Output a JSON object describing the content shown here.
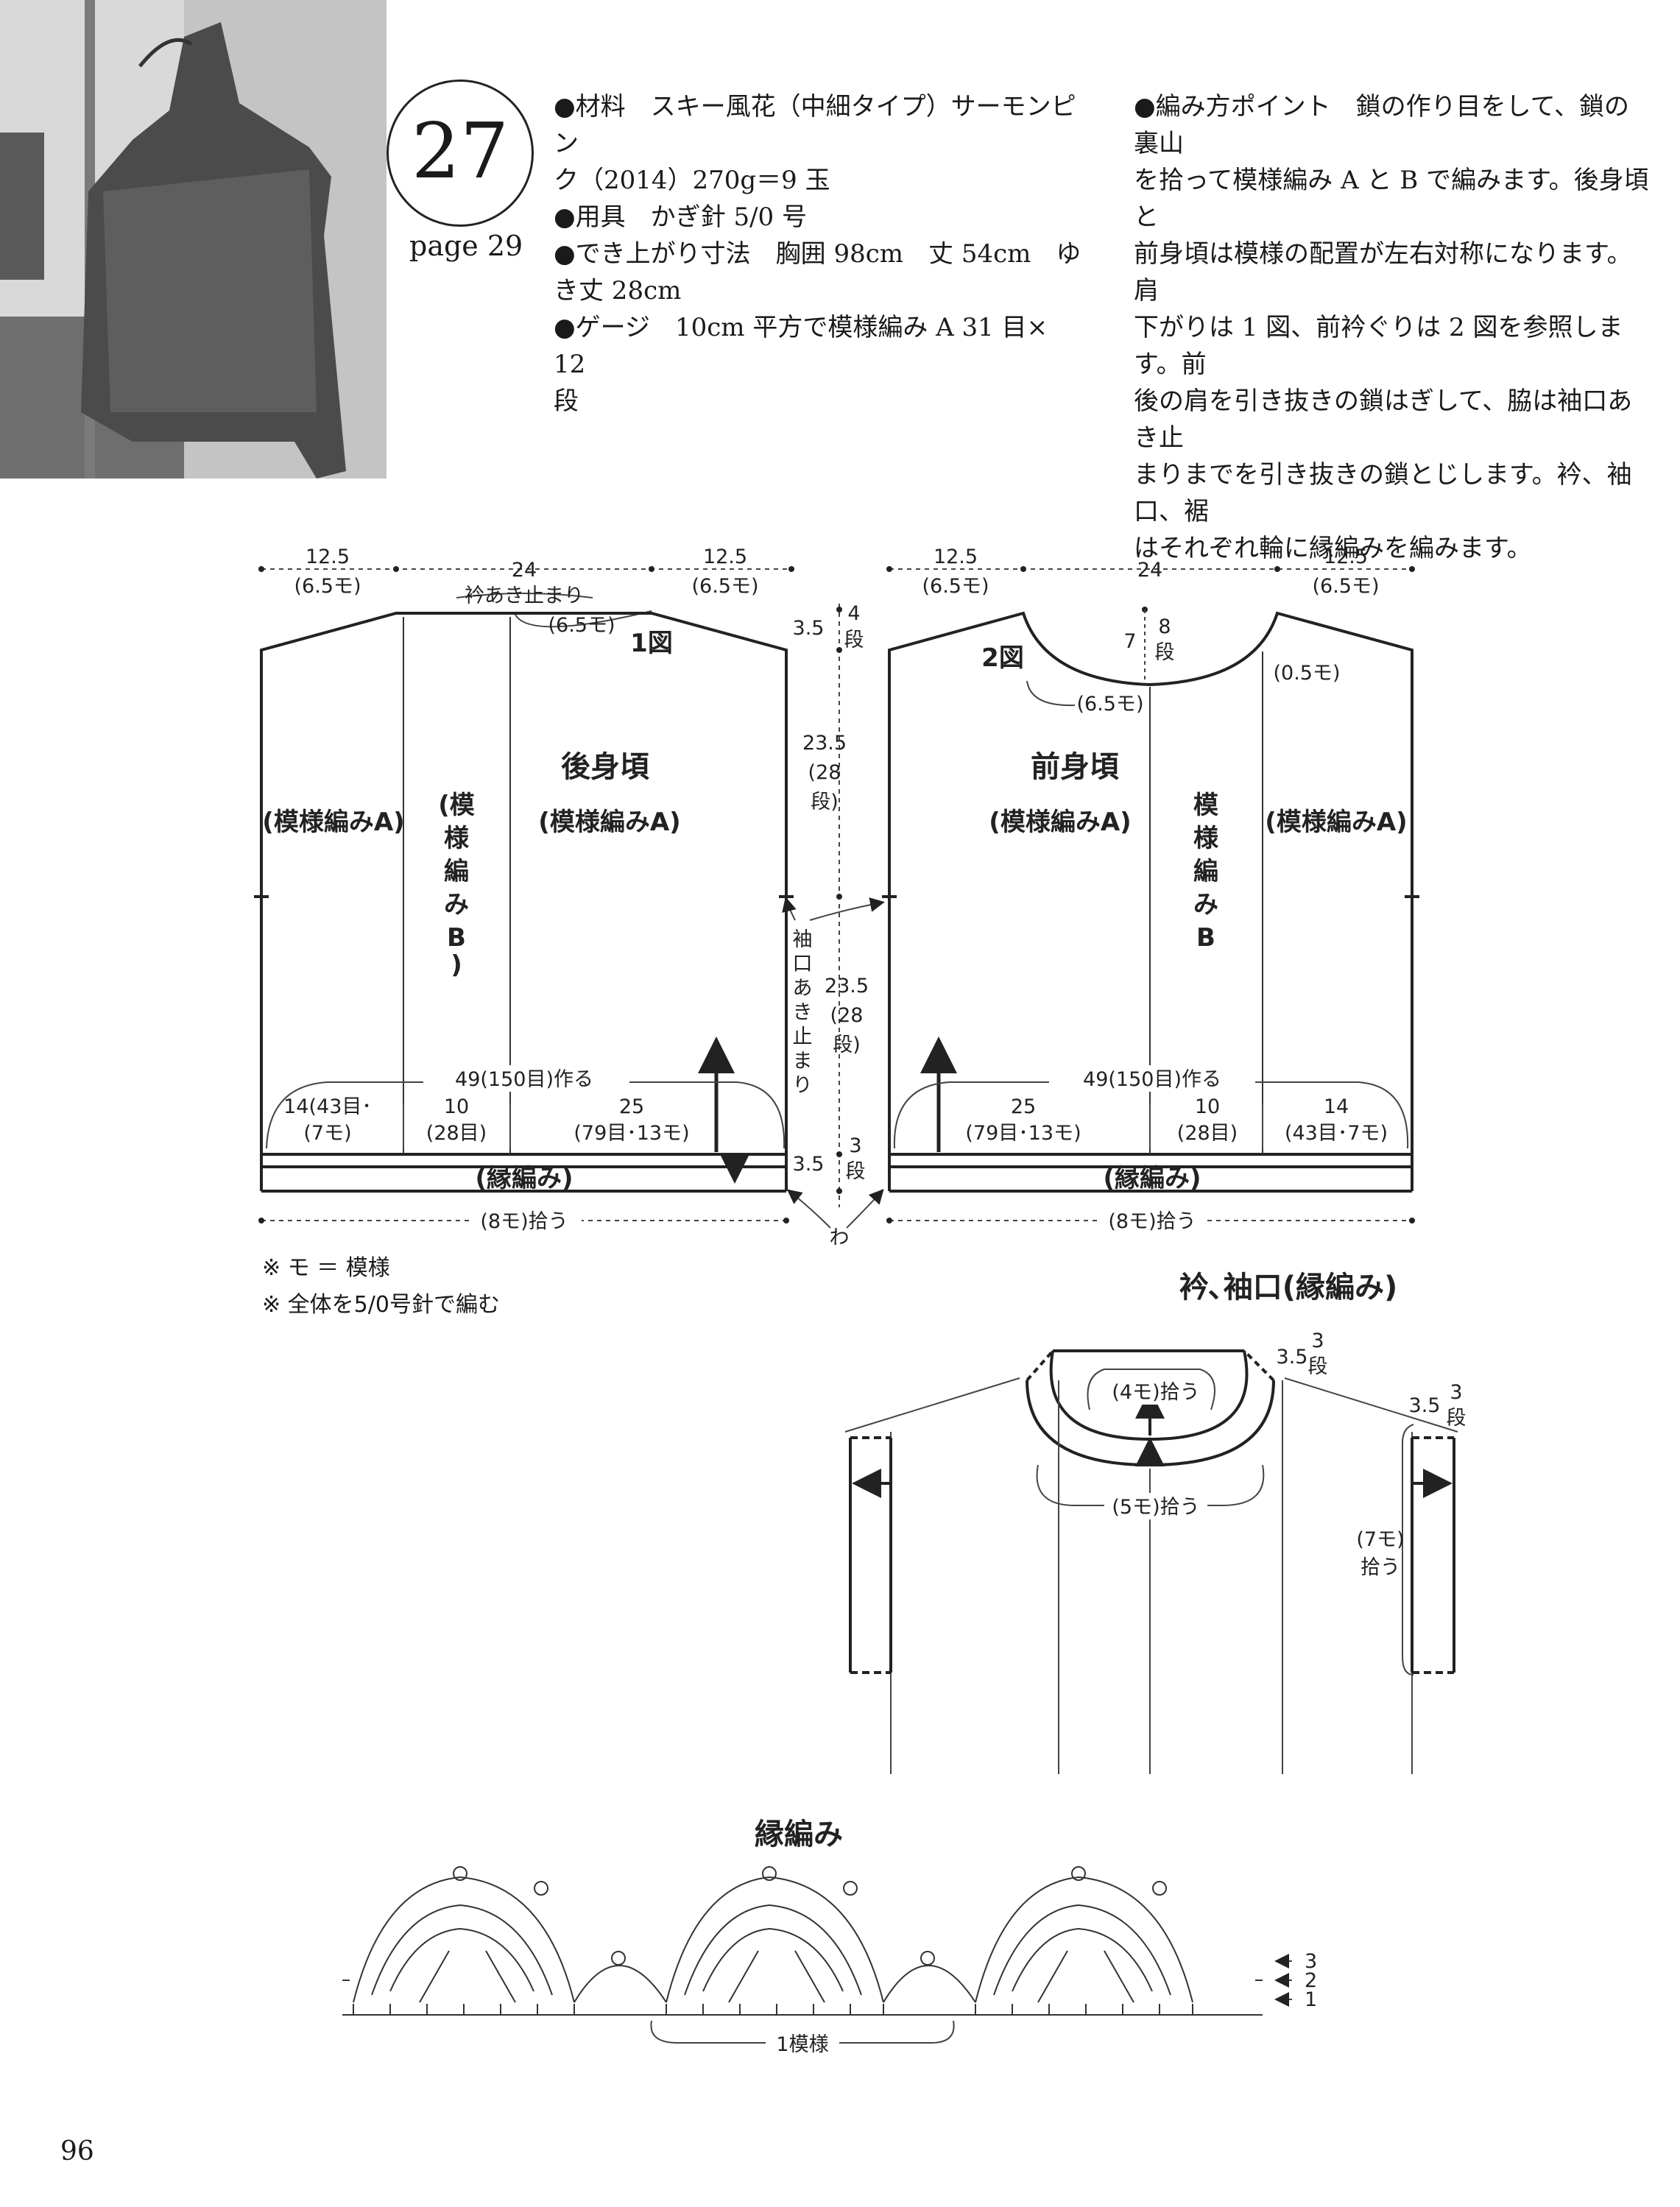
{
  "pattern": {
    "number": "27",
    "page_ref": "page 29"
  },
  "materials_lines": [
    "●材料　スキー風花（中細タイプ）サーモンピン",
    "ク（2014）270g＝9 玉",
    "●用具　かぎ針 5/0 号",
    "●でき上がり寸法　胸囲 98cm　丈 54cm　ゆ",
    "き丈 28cm",
    "●ゲージ　10cm 平方で模様編み A 31 目× 12",
    "段"
  ],
  "method_lines": [
    "●編み方ポイント　鎖の作り目をして、鎖の裏山",
    "を拾って模様編み A と B で編みます。後身頃と",
    "前身頃は模様の配置が左右対称になります。肩",
    "下がりは 1 図、前衿ぐりは 2 図を参照します。前",
    "後の肩を引き抜きの鎖はぎして、脇は袖口あき止",
    "まりまでを引き抜きの鎖とじします。衿、袖口、裾",
    "はそれぞれ輪に縁編みを編みます。"
  ],
  "back": {
    "title": "後身頃",
    "w_left": "12.5",
    "w_left_sub": "(6.5モ)",
    "w_center": "24",
    "w_right": "12.5",
    "w_right_sub": "(6.5モ)",
    "neck_label": "衿あき止まり",
    "neck_sub": "(6.5モ)",
    "fig_ref": "1図",
    "pat_a": "(模様編みA)",
    "pat_b": [
      "(模",
      "様",
      "編",
      "み",
      "B",
      ")"
    ],
    "cast": "49(150目)作る",
    "c1": "14(43目･",
    "c1b": "(7モ)",
    "c2": "10",
    "c2b": "(28目)",
    "c3": "25",
    "c3b": "(79目･13モ)",
    "band": "(縁編み)",
    "pick": "(8モ)拾う"
  },
  "middle": {
    "h1": "3.5",
    "h1r": [
      "4",
      "段"
    ],
    "h2": "23.5",
    "h2r": [
      "(28",
      "段)"
    ],
    "h3": "23.5",
    "h3r": [
      "(28",
      "段)"
    ],
    "h4": "3.5",
    "h4r": [
      "3",
      "段"
    ],
    "slit": [
      "袖",
      "口",
      "あ",
      "き",
      "止",
      "ま",
      "り"
    ],
    "ring": "わ"
  },
  "front": {
    "title": "前身頃",
    "w_left": "12.5",
    "w_left_sub": "(6.5モ)",
    "w_center": "24",
    "w_right": "12.5",
    "w_right_sub": "(6.5モ)",
    "neck_depth": "7",
    "neck_depth_r": [
      "8",
      "段"
    ],
    "fig_ref": "2図",
    "neck_sub": "(6.5モ)",
    "shoulder": "(0.5モ)",
    "pat_b": [
      "模",
      "様",
      "編",
      "み",
      "B"
    ],
    "cast": "49(150目)作る",
    "c1": "25",
    "c1b": "(79目･13モ)",
    "c2": "10",
    "c2b": "(28目)",
    "c3": "14",
    "c3b": "(43目･7モ)",
    "band": "(縁編み)",
    "pick": "(8モ)拾う"
  },
  "notes": [
    "※ モ ＝ 模様",
    "※ 全体を5/0号針で編む"
  ],
  "collar": {
    "title": "衿､袖口(縁編み)",
    "h": "3.5",
    "hr": [
      "3",
      "段"
    ],
    "inner": "(4モ)拾う",
    "outer": "(5モ)拾う",
    "cuff_h": "3.5",
    "cuff_hr": [
      "3",
      "段"
    ],
    "cuff": [
      "(7モ)",
      "拾う"
    ]
  },
  "edging": {
    "title": "縁編み",
    "repeat": "1模様",
    "rows": [
      "3",
      "2",
      "1"
    ]
  },
  "page_number": "96"
}
